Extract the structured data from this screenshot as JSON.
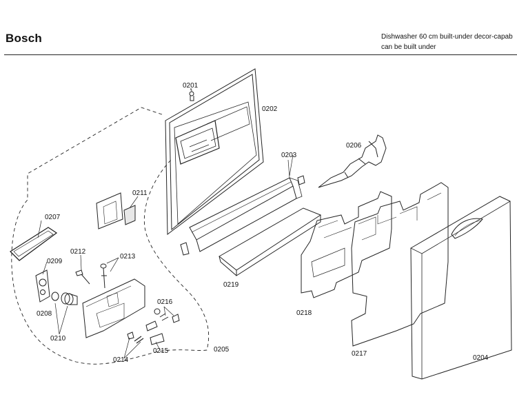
{
  "header": {
    "brand": "Bosch",
    "description_line1": "Dishwasher 60 cm built-under decor-capab",
    "description_line2": "can be built under"
  },
  "parts": [
    {
      "id": "0201",
      "label": "0201"
    },
    {
      "id": "0202",
      "label": "0202"
    },
    {
      "id": "0203",
      "label": "0203"
    },
    {
      "id": "0204",
      "label": "0204"
    },
    {
      "id": "0205",
      "label": "0205"
    },
    {
      "id": "0206",
      "label": "0206"
    },
    {
      "id": "0207",
      "label": "0207"
    },
    {
      "id": "0208",
      "label": "0208"
    },
    {
      "id": "0209",
      "label": "0209"
    },
    {
      "id": "0210",
      "label": "0210"
    },
    {
      "id": "0211",
      "label": "0211"
    },
    {
      "id": "0212",
      "label": "0212"
    },
    {
      "id": "0213",
      "label": "0213"
    },
    {
      "id": "0214",
      "label": "0214"
    },
    {
      "id": "0215",
      "label": "0215"
    },
    {
      "id": "0216",
      "label": "0216"
    },
    {
      "id": "0217",
      "label": "0217"
    },
    {
      "id": "0218",
      "label": "0218"
    },
    {
      "id": "0219",
      "label": "0219"
    }
  ]
}
